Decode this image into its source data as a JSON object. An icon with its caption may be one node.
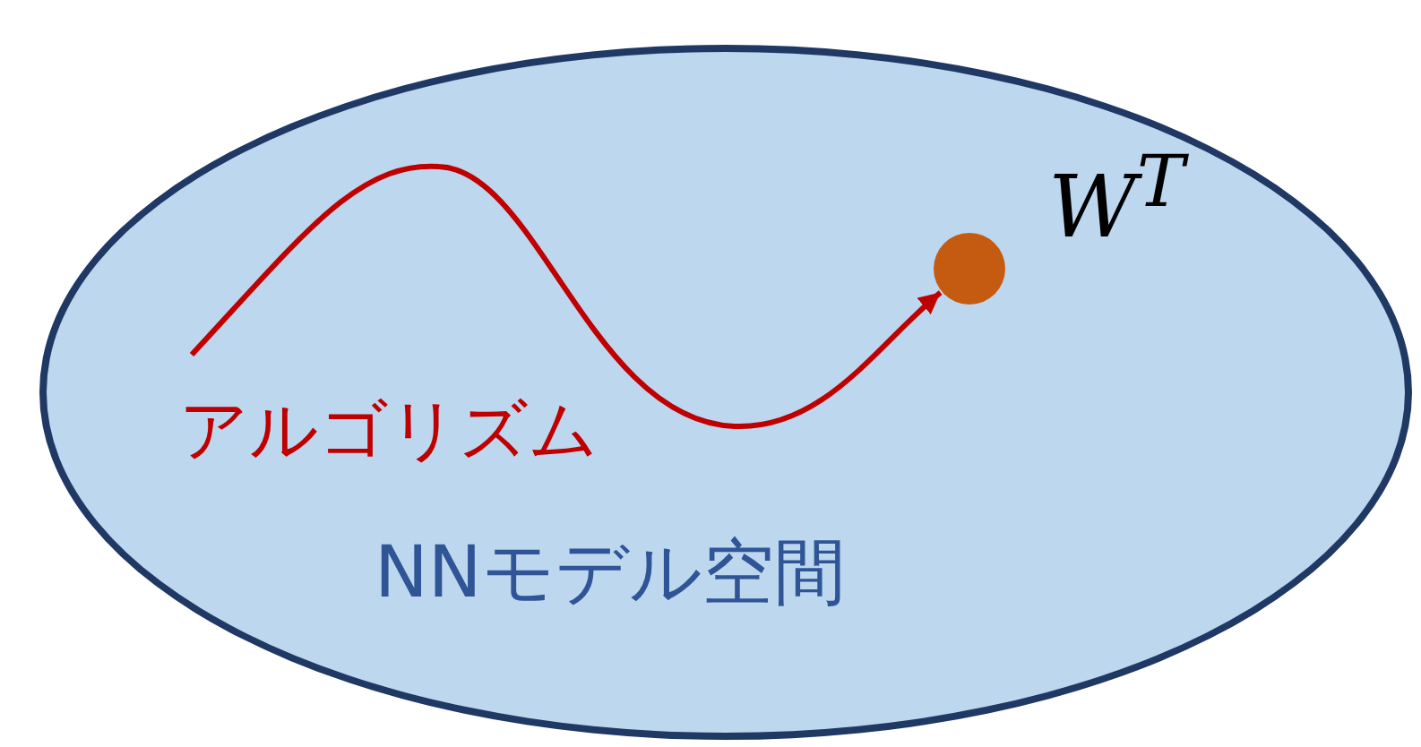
{
  "diagram": {
    "nodes": [
      {
        "text": [
          "NNモデル空間"
        ]
      },
      {
        "text": [],
        "shape": "circle",
        "in": 0,
        "beside": [
          "W$^{T}$"
        ]
      }
    ],
    "edges": [
      {
        "from": null,
        "to": 1,
        "arrow": "to",
        "label": "アルゴリズム",
        "color": "#c00000"
      }
    ]
  }
}
